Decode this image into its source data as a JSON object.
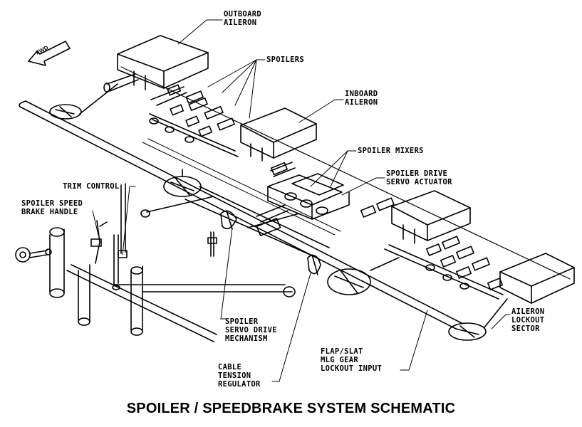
{
  "title": "SPOILER / SPEEDBRAKE SYSTEM SCHEMATIC",
  "fwd_arrow": "FWD",
  "labels": {
    "outboard_aileron": "OUTBOARD\nAILERON",
    "spoilers": "SPOILERS",
    "inboard_aileron": "INBOARD\nAILERON",
    "spoiler_mixers": "SPOILER MIXERS",
    "spoiler_drive_servo_actuator": "SPOILER DRIVE\nSERVO ACTUATOR",
    "trim_control": "TRIM CONTROL",
    "spoiler_speed_brake_handle": "SPOILER SPEED\nBRAKE HANDLE",
    "spoiler_servo_drive_mechanism": "SPOILER\nSERVO DRIVE\nMECHANISM",
    "cable_tension_regulator": "CABLE\nTENSION\nREGULATOR",
    "flap_slat_mlg_gear_lockout_input": "FLAP/SLAT\nMLG GEAR\nLOCKOUT INPUT",
    "aileron_lockout_sector": "AILERON\nLOCKOUT\nSECTOR"
  }
}
